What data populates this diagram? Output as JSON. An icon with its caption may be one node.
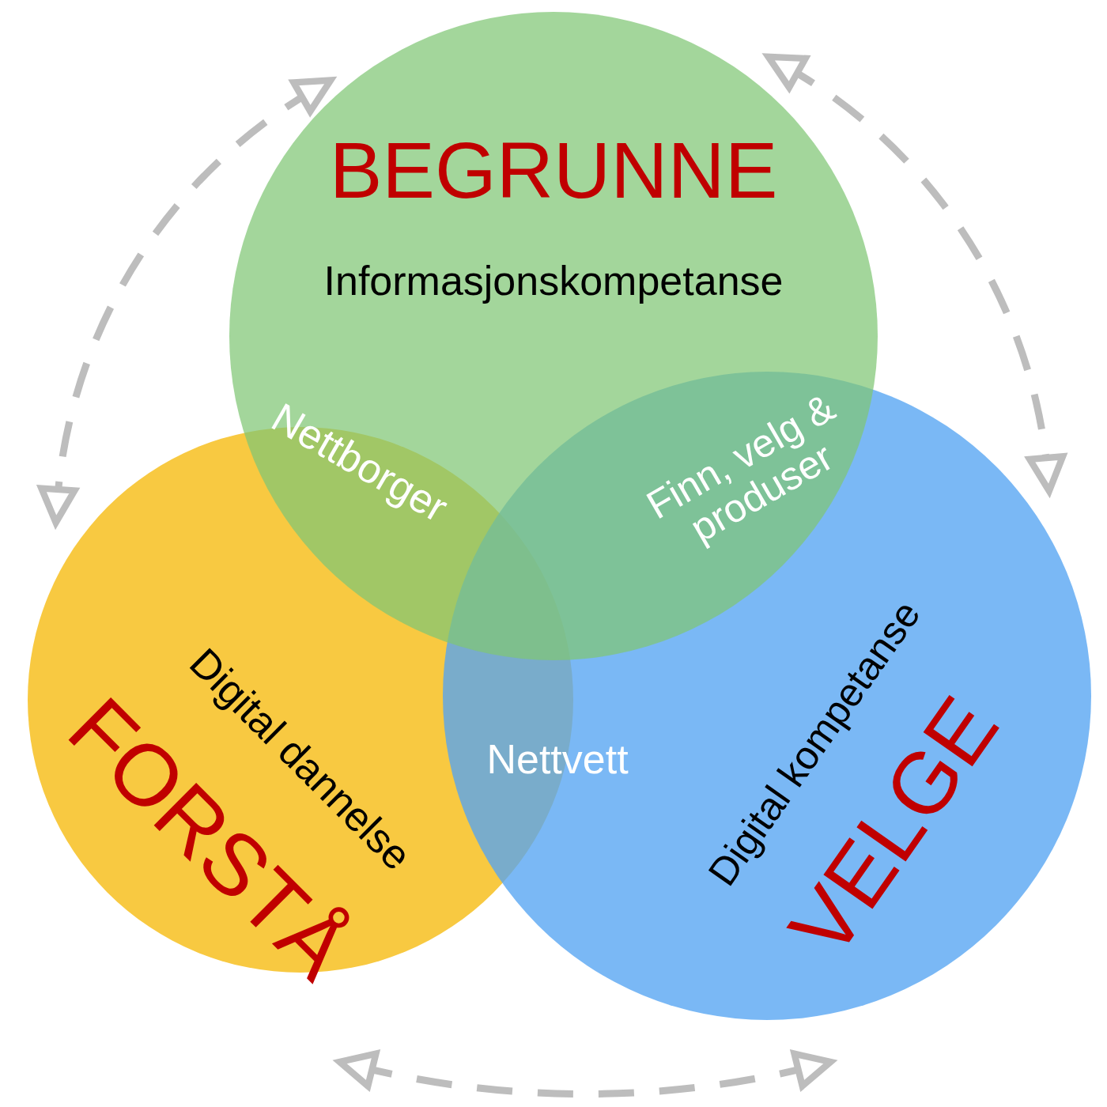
{
  "diagram": {
    "nodes": [
      {
        "text": [
          "BEGRUNNE",
          "Informasjonskompetanse"
        ]
      },
      {
        "text": [
          "FORSTÅ",
          "Digital dannelse"
        ]
      },
      {
        "text": [
          "VELGE",
          "Digital kompetanse"
        ]
      }
    ],
    "edges": [
      {
        "from": 0,
        "to": 1,
        "arrow": "both",
        "style": "dashed"
      },
      {
        "from": 0,
        "to": 2,
        "arrow": "both",
        "style": "dashed"
      },
      {
        "from": 2,
        "to": 1,
        "arrow": "both",
        "style": "dashed"
      }
    ],
    "labels": [
      "Nettborger",
      "Finn, velg & produser",
      "Nettvett"
    ]
  }
}
